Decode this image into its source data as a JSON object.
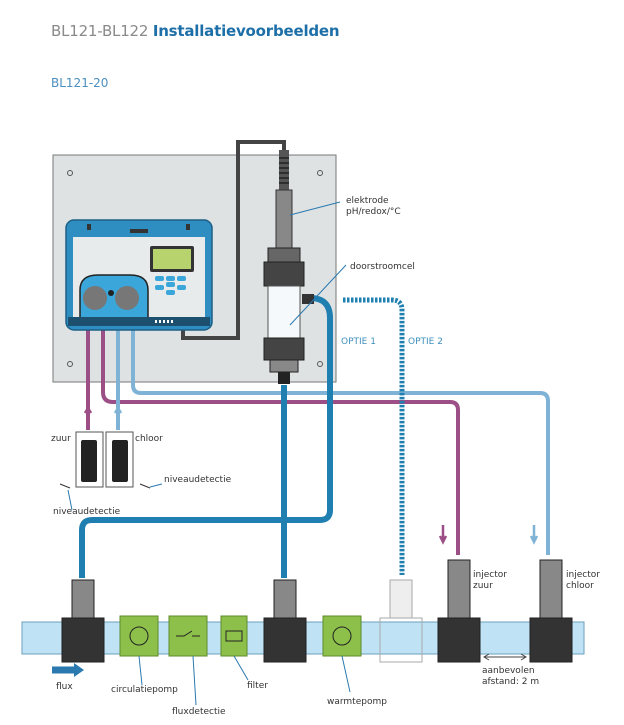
{
  "header": {
    "title_prefix": "BL121-BL122",
    "title_main": "Installatievoorbeelden",
    "model": "BL121-20"
  },
  "labels": {
    "electrode": [
      "elektrode",
      "pH/redox/°C"
    ],
    "flow_cell": "doorstroomcel",
    "option1": "OPTIE 1",
    "option2": "OPTIE 2",
    "acid": "zuur",
    "chlorine": "chloor",
    "level_detection_right": "niveaudetectie",
    "level_detection_left": "niveaudetectie",
    "injector_acid": [
      "injector",
      "zuur"
    ],
    "injector_chlorine": [
      "injector",
      "chloor"
    ],
    "recommended_distance": [
      "aanbevolen",
      "afstand: 2 m"
    ],
    "flux": "flux",
    "circulation_pump": "circulatiepomp",
    "flow_detection": "fluxdetectie",
    "filter": "filter",
    "heat_pump": "warmtepomp"
  },
  "colors": {
    "title_blue": "#1d6fa8",
    "panel": "#dfe2e3",
    "main_hose": "#1f7fb0",
    "acid_hose": "#9b4f86",
    "chlorine_hose": "#7fb3d6",
    "pipe": "#bfe3f5",
    "component_green": "#8dc04b"
  }
}
